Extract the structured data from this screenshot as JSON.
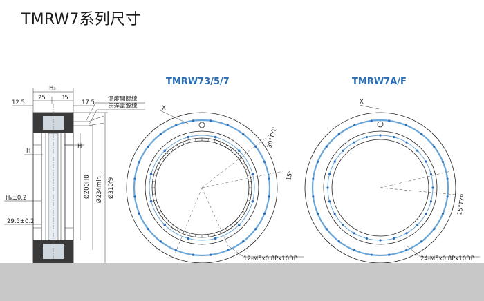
{
  "title": "TMRW7系列尺寸",
  "side_view": {
    "dims_top": [
      "12.5",
      "25",
      "H₃",
      "35",
      "17.5"
    ],
    "labels_right": [
      "溫度開關線",
      "馬達電源線"
    ],
    "h_left": "H",
    "h_right": "H",
    "diameters": [
      "Ø200H8",
      "Ø234min.",
      "Ø310f9"
    ],
    "left_dims": [
      "H₈±0.2",
      "29.5±0.2"
    ]
  },
  "view1": {
    "title": "TMRW73/5/7",
    "x_label": "X",
    "angle_labels": [
      "30°TYP",
      "15°"
    ],
    "hole_callout": "12-M5x0.8Px10DP"
  },
  "view2": {
    "title": "TMRW7A/F",
    "x_label": "X",
    "angle_labels": [
      "15°TYP"
    ],
    "hole_callout": "24-M5x0.8Px10DP"
  }
}
